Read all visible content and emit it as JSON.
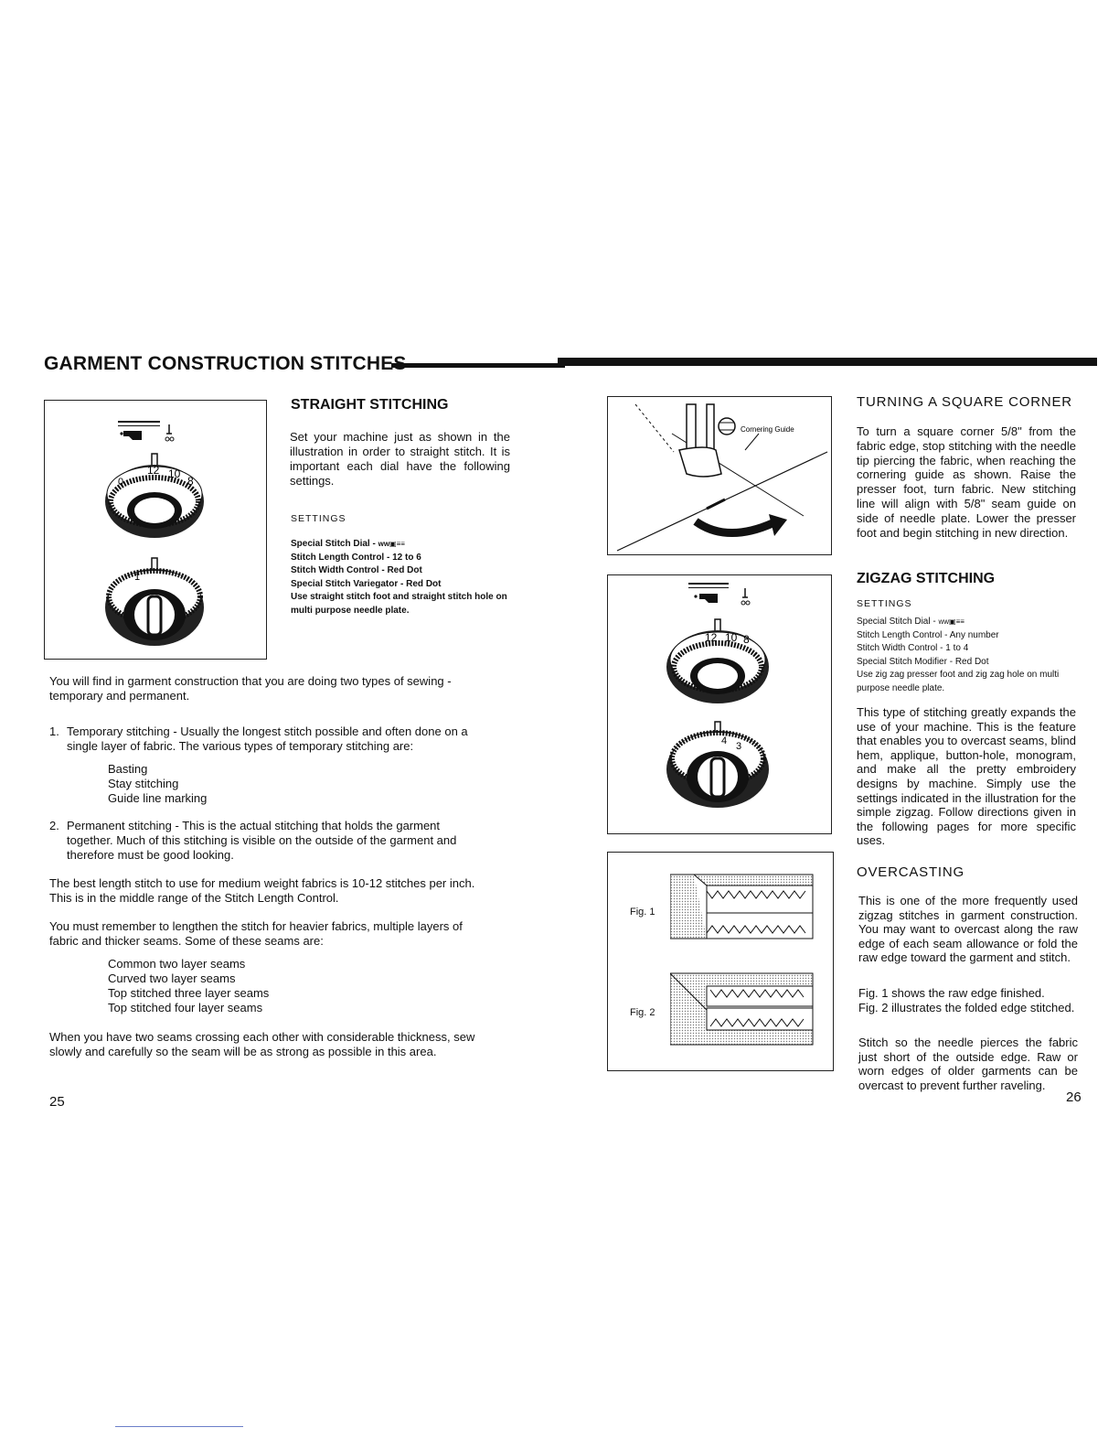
{
  "page": {
    "title": "GARMENT CONSTRUCTION STITCHES",
    "page_left": "25",
    "page_right": "26"
  },
  "straight": {
    "heading": "STRAIGHT STITCHING",
    "intro": "Set your machine just as shown in the illustration in order to straight stitch. It is important each dial have the following settings.",
    "settings_label": "SETTINGS",
    "settings": [
      "Special Stitch Dial - ",
      "Stitch Length Control - 12 to 6",
      "Stitch Width Control - Red Dot",
      "Special Stitch Variegator - Red Dot",
      "Use straight stitch foot and straight stitch hole on multi purpose needle plate."
    ],
    "dial_top_numbers": [
      "12",
      "10",
      "8",
      "0"
    ],
    "dial_bottom_numbers": [
      "1"
    ]
  },
  "left_body": {
    "intro": "You will find in garment construction that you are doing two types of sewing - temporary and permanent.",
    "item1_num": "1.",
    "item1_text": "Temporary stitching - Usually the longest stitch possible and often done on a single layer of fabric. The various types of temporary stitching are:",
    "temporary": [
      "Basting",
      "Stay stitching",
      "Guide line marking"
    ],
    "item2_num": "2.",
    "item2_text": "Permanent stitching - This is the actual stitching that holds the garment together. Much of this stitching is visible on the outside of the garment and therefore must be good looking.",
    "best_length": "The best length stitch to use for medium weight fabrics is 10-12 stitches per inch. This is in the middle range of the Stitch Length Control.",
    "lengthen": "You must remember to lengthen the stitch for heavier fabrics, multiple layers of fabric and thicker seams. Some of these seams are:",
    "seams": [
      "Common two layer seams",
      "Curved two layer seams",
      "Top stitched three layer seams",
      "Top stitched four layer seams"
    ],
    "crossing": "When you have two seams crossing each other with considerable thickness, sew slowly and carefully so the seam will be as strong as possible in this area."
  },
  "corner": {
    "heading": "TURNING A SQUARE CORNER",
    "text": "To turn a square corner 5/8\" from the fabric edge, stop stitching with the needle tip piercing the fabric, when reaching the cornering guide as shown. Raise the presser foot, turn fabric. New stitching line will align with 5/8\" seam guide on side of needle plate. Lower the presser foot and begin stitching in new direction.",
    "figure_label": "Cornering Guide"
  },
  "zigzag": {
    "heading": "ZIGZAG STITCHING",
    "settings_label": "SETTINGS",
    "settings": [
      "Special Stitch Dial - ",
      "Stitch Length Control - Any number",
      "Stitch Width Control - 1 to 4",
      "Special Stitch Modifier - Red Dot",
      "Use zig zag presser foot and zig zag hole on multi purpose needle plate."
    ],
    "text": "This type of stitching greatly expands the use of your machine. This is the feature that enables you to overcast seams, blind hem, applique, button-hole, monogram, and make all the pretty embroidery designs by machine. Simply use the settings indicated in the illustration for the simple zigzag. Follow directions given in the following pages for more specific uses.",
    "dial_top_numbers": [
      "12",
      "10",
      "8"
    ],
    "dial_bottom_numbers": [
      "4",
      "3"
    ]
  },
  "overcasting": {
    "heading": "OVERCASTING",
    "text": "This is one of the more frequently used zigzag stitches in garment construction. You may want to overcast along the raw edge of each seam allowance or fold the raw edge toward the garment and stitch.",
    "fig1_line": "Fig. 1 shows the raw edge finished.",
    "fig2_line": "Fig. 2 illustrates the folded edge stitched.",
    "needle": "Stitch so the needle pierces the fabric just short of the outside edge. Raw or worn edges of older garments can be overcast to prevent further raveling.",
    "fig1_label": "Fig. 1",
    "fig2_label": "Fig. 2"
  }
}
